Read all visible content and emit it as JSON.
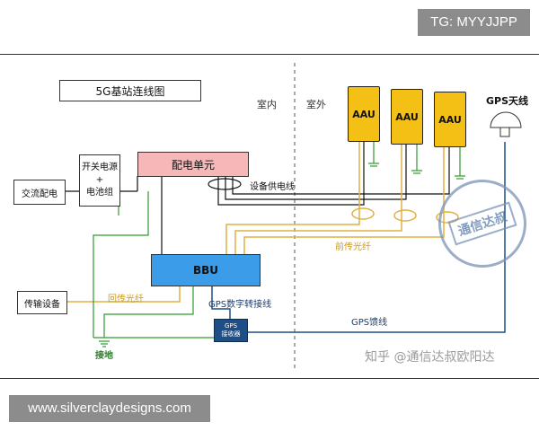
{
  "tags": {
    "top_right": "TG: MYYJJPP",
    "bottom_left": "www.silverclaydesigns.com"
  },
  "diagram": {
    "title": "5G基站连线图",
    "zones": {
      "indoor": "室内",
      "outdoor": "室外"
    },
    "nodes": {
      "ac_power": "交流配电",
      "switch_power": "开关电源\n+\n电池组",
      "power_dist": "配电单元",
      "bbu": "BBU",
      "transmission": "传输设备",
      "gps_receiver": "GPS\n接收器",
      "aau": [
        "AAU",
        "AAU",
        "AAU"
      ],
      "gps_antenna": "GPS天线"
    },
    "cable_labels": {
      "power_cable": "设备供电线",
      "fronthaul": "前传光纤",
      "backhaul": "回传光纤",
      "gps_digital": "GPS数字转接线",
      "gps_feeder": "GPS馈线",
      "ground": "接地"
    },
    "stamp_text": "通信达叔",
    "watermark": "知乎 @通信达叔欧阳达",
    "colors": {
      "power_line": "#111111",
      "fiber": "#e0b040",
      "ground": "#2f9a2f",
      "gps": "#1d4f86",
      "bbu": "#3b9ce9",
      "power_dist": "#f7b6b7",
      "aau": "#f5c016"
    }
  }
}
